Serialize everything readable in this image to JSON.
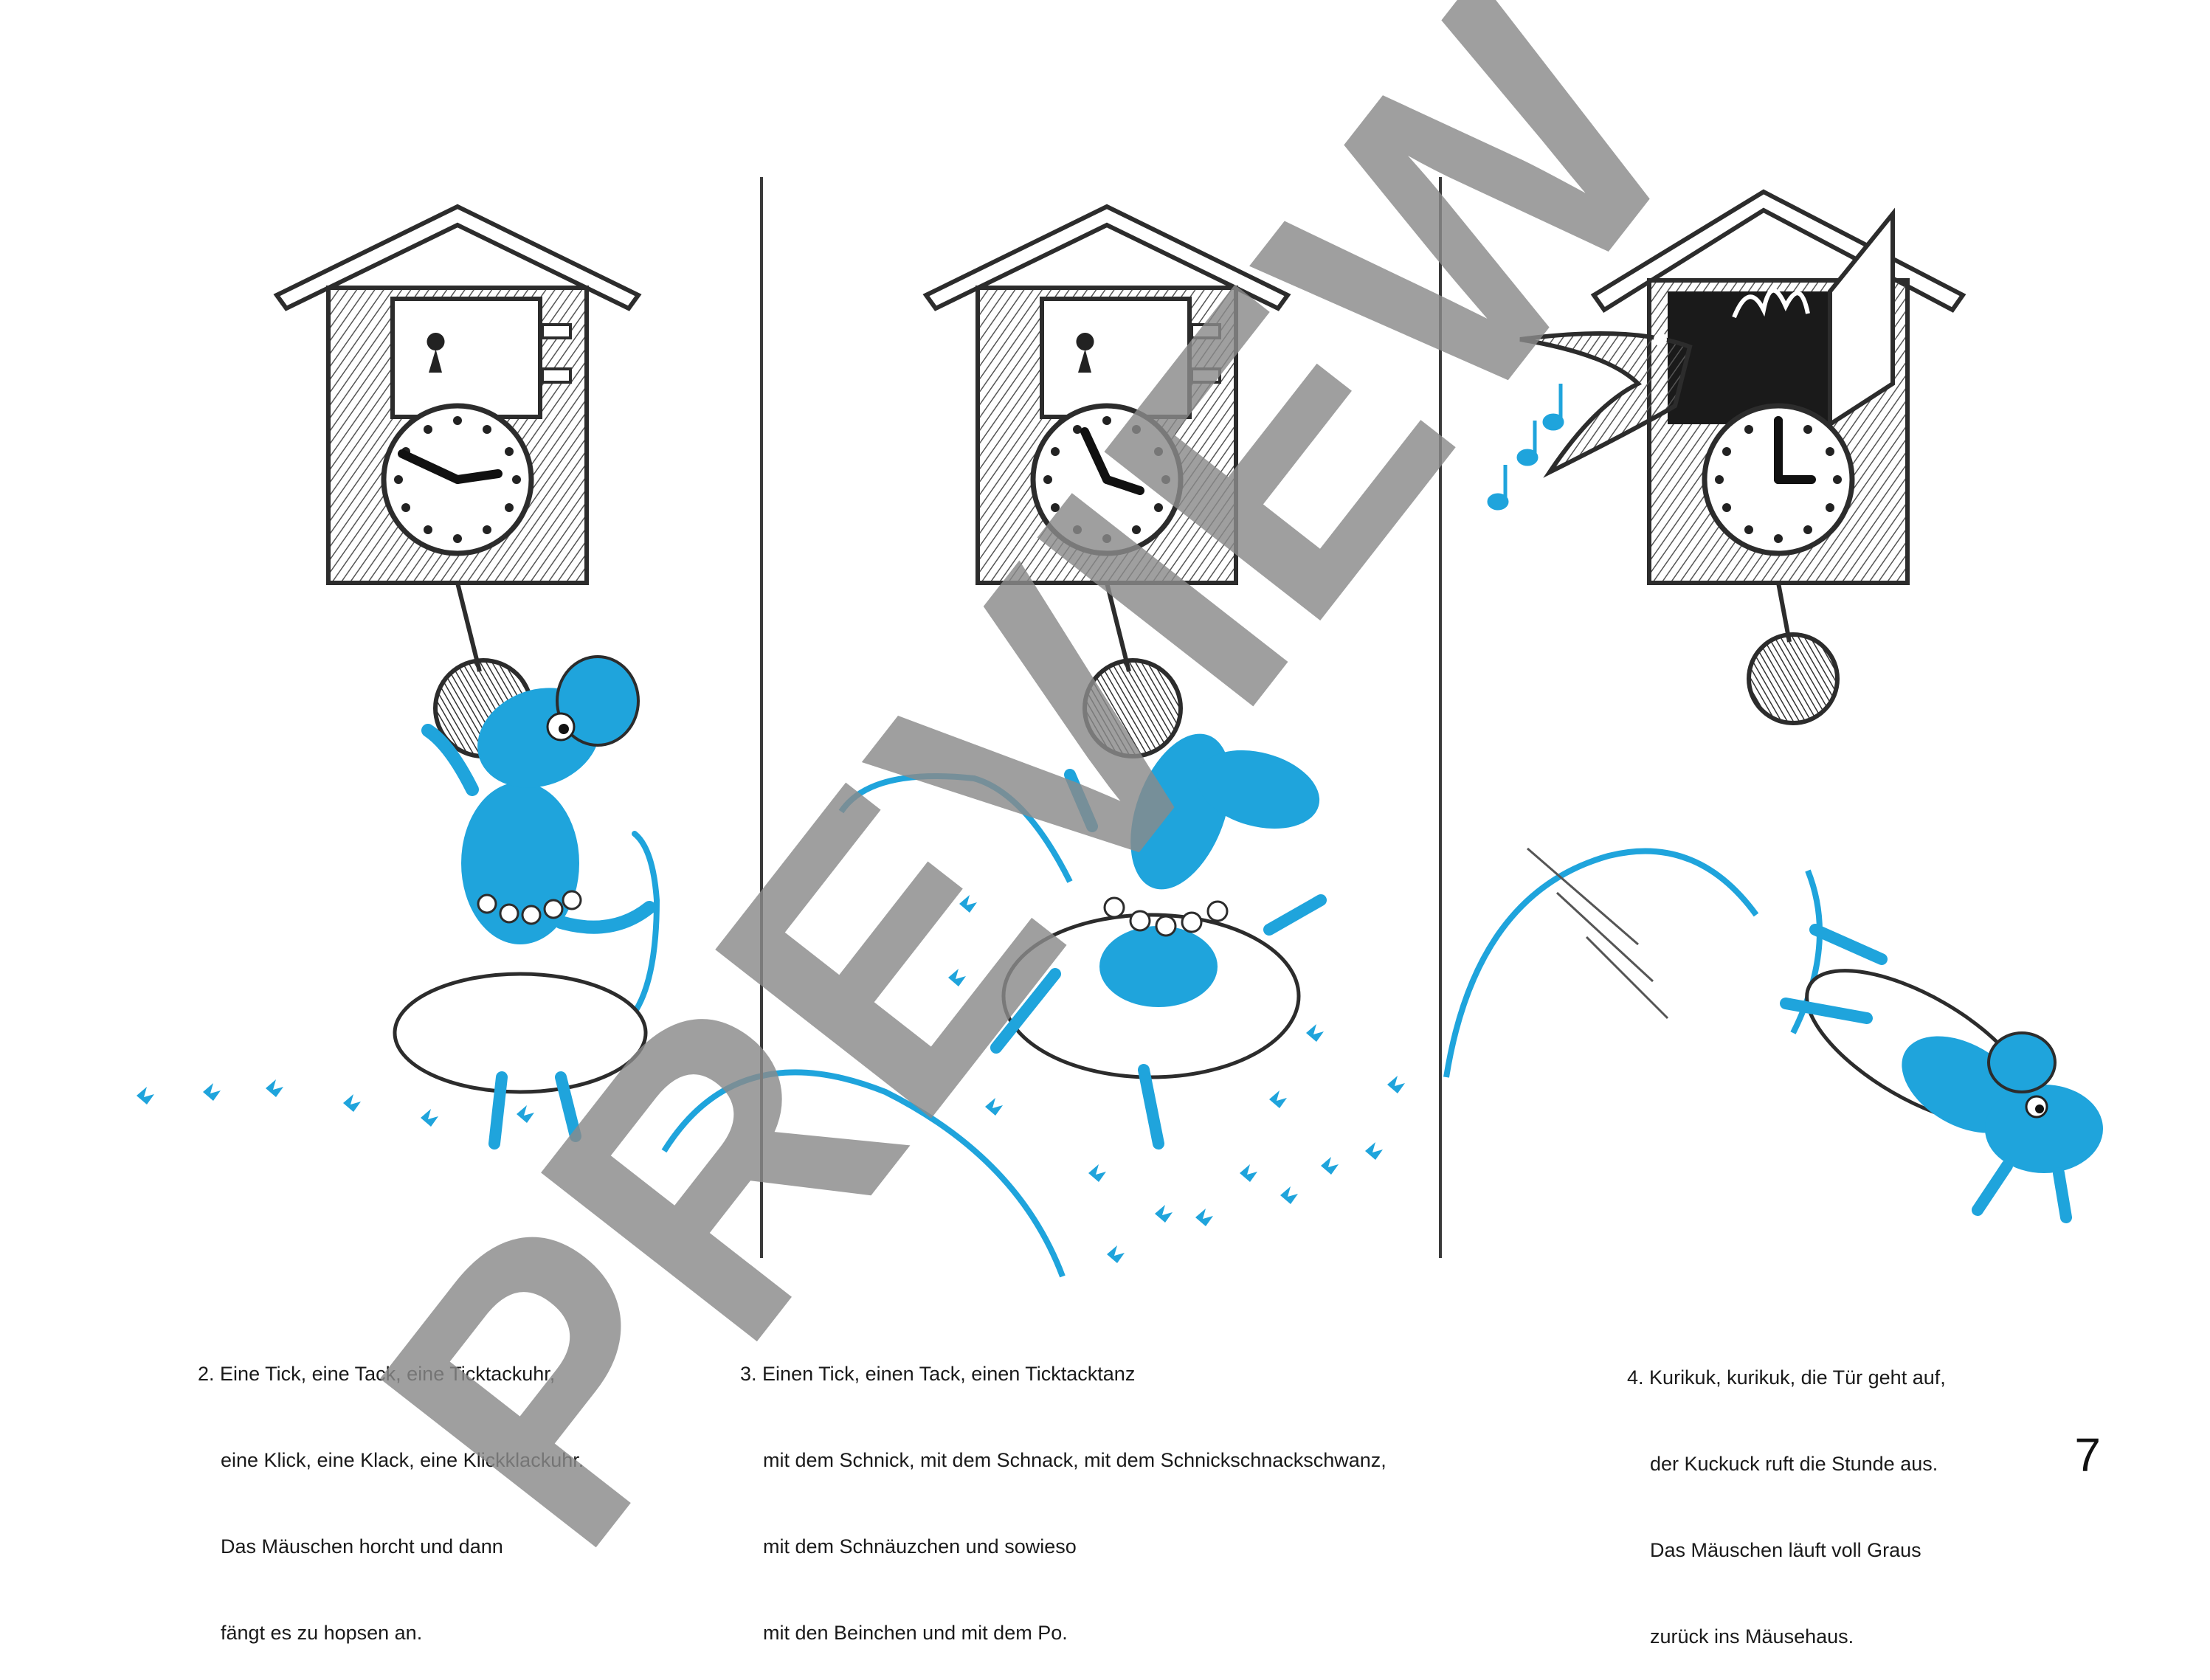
{
  "watermark": {
    "text": "PREVIEW",
    "color": "#8a8a8a"
  },
  "colors": {
    "mouse_blue": "#1fa4dc",
    "ink": "#2c2c2c",
    "paper": "#ffffff"
  },
  "panels": [
    {
      "clock_state": "door-closed",
      "caption": {
        "number": "2.",
        "lines": [
          "Eine Tick, eine Tack, eine Ticktackuhr,",
          "eine Klick, eine Klack, eine Klickklackuhr.",
          "Das Mäuschen horcht und dann",
          "fängt es zu hopsen an."
        ]
      }
    },
    {
      "clock_state": "door-closed",
      "caption": {
        "number": "3.",
        "lines": [
          "Einen Tick, einen Tack, einen Ticktacktanz",
          "mit dem Schnick, mit dem Schnack, mit dem Schnickschnackschwanz,",
          "mit dem Schnäuzchen und sowieso",
          "mit den Beinchen und mit dem Po."
        ]
      }
    },
    {
      "clock_state": "door-open-cuckoo",
      "caption": {
        "number": "4.",
        "lines": [
          "Kurikuk, kurikuk, die Tür geht auf,",
          "der Kuckuck ruft die Stunde aus.",
          "Das Mäuschen läuft voll Graus",
          "zurück ins Mäusehaus."
        ]
      }
    }
  ],
  "page_number": "7"
}
